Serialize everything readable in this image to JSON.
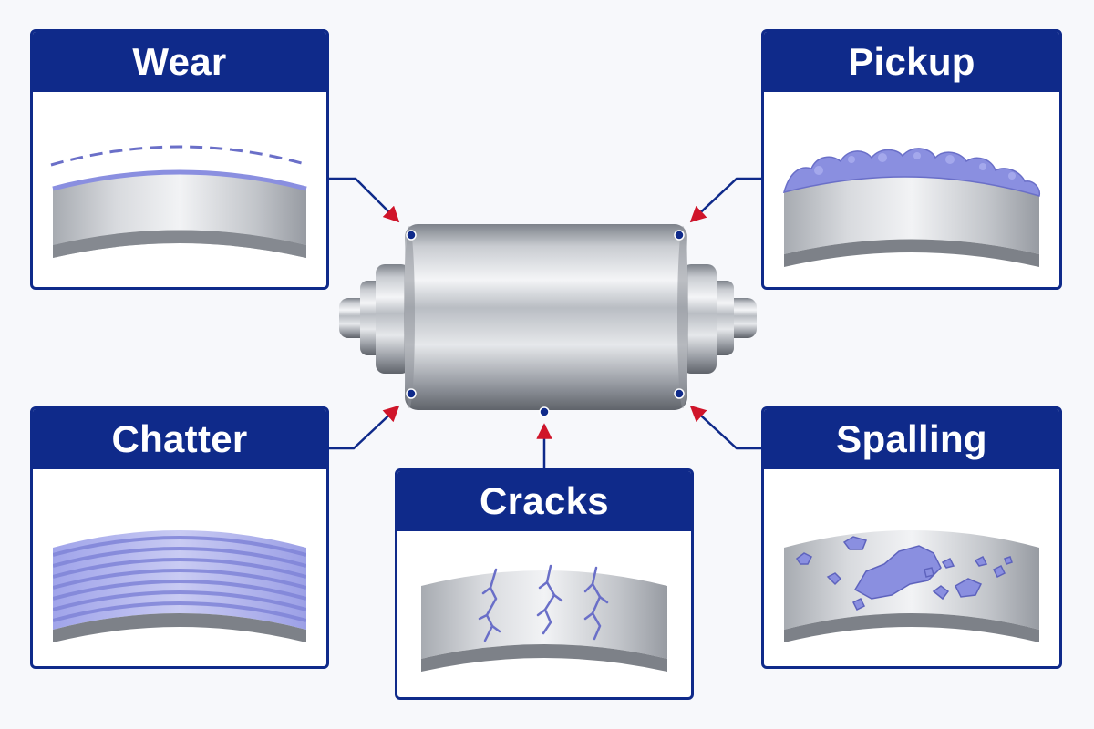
{
  "panels": {
    "wear": {
      "title": "Wear"
    },
    "pickup": {
      "title": "Pickup"
    },
    "chatter": {
      "title": "Chatter"
    },
    "cracks": {
      "title": "Cracks"
    },
    "spalling": {
      "title": "Spalling"
    }
  },
  "colors": {
    "header": "#0f2a8a",
    "defect": "#8a8fe0",
    "arrow": "#d0152a",
    "connector": "#0f2a8a"
  }
}
